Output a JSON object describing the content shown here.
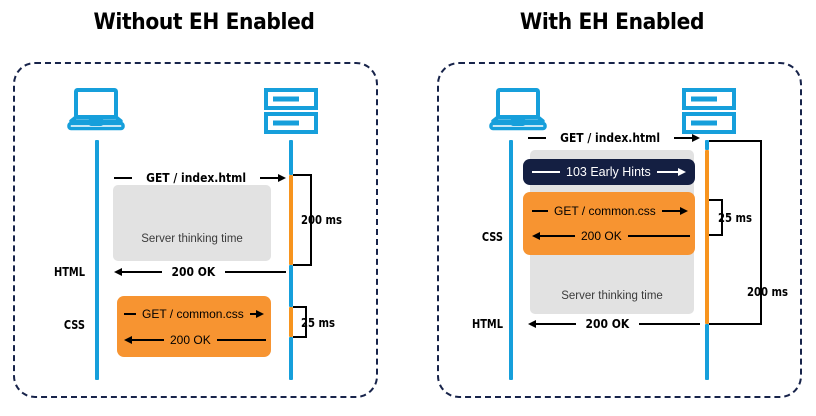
{
  "diagram": {
    "type": "sequence-comparison",
    "panels": [
      {
        "id": "without-eh",
        "title": "Without EH Enabled",
        "actors": {
          "client_icon": "laptop-icon",
          "server_icon": "server-icon"
        },
        "side_labels": [
          {
            "text": "HTML"
          },
          {
            "text": "CSS"
          }
        ],
        "messages": [
          {
            "text": "GET / index.html",
            "direction": "right",
            "style": "plain-condensed"
          },
          {
            "text": "Server thinking time",
            "style": "gray-block"
          },
          {
            "text": "200 OK",
            "direction": "left",
            "style": "plain-condensed"
          },
          {
            "text": "GET / common.css",
            "direction": "right",
            "style": "orange-block"
          },
          {
            "text": "200 OK",
            "direction": "left",
            "style": "orange-block"
          }
        ],
        "timings": [
          {
            "label": "200 ms"
          },
          {
            "label": "25 ms"
          }
        ]
      },
      {
        "id": "with-eh",
        "title": "With EH Enabled",
        "actors": {
          "client_icon": "laptop-icon",
          "server_icon": "server-icon"
        },
        "side_labels": [
          {
            "text": "CSS"
          },
          {
            "text": "HTML"
          }
        ],
        "messages": [
          {
            "text": "GET / index.html",
            "direction": "right",
            "style": "plain-condensed"
          },
          {
            "text": "103 Early Hints",
            "direction": "right",
            "style": "navy-block"
          },
          {
            "text": "GET / common.css",
            "direction": "right",
            "style": "orange-block"
          },
          {
            "text": "200 OK",
            "direction": "left",
            "style": "orange-block"
          },
          {
            "text": "Server thinking time",
            "style": "gray-block"
          },
          {
            "text": "200 OK",
            "direction": "left",
            "style": "plain-condensed"
          }
        ],
        "timings": [
          {
            "label": "25 ms"
          },
          {
            "label": "200 ms"
          }
        ]
      }
    ],
    "colors": {
      "client_line": "#169fdb",
      "server_thinking_line": "#f7941e",
      "icon": "#169fdb",
      "orange_block": "#f79431",
      "navy_block": "#141f42",
      "gray_block": "#e2e2e2",
      "frame_border": "#17234a",
      "text": "#000000"
    }
  }
}
